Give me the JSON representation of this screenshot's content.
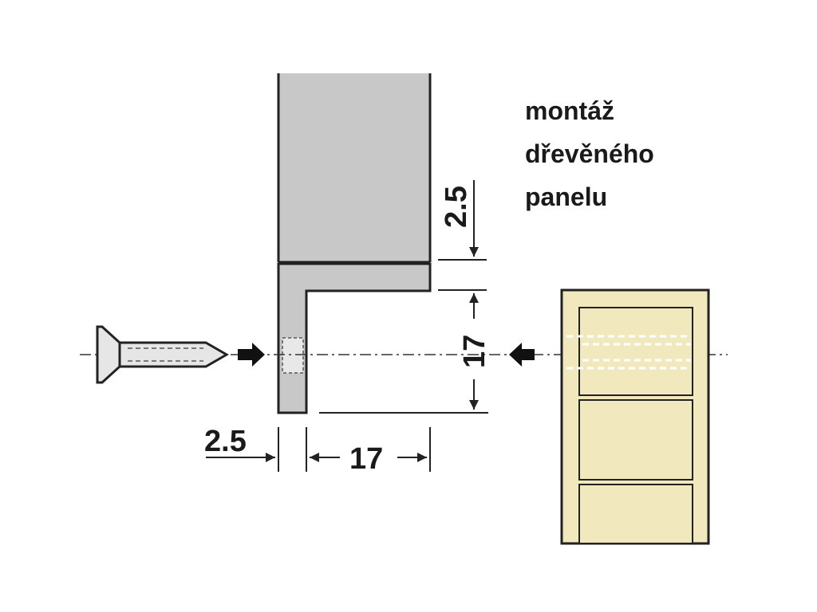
{
  "caption": {
    "lines": [
      "montáž",
      "dřevěného",
      "panelu"
    ]
  },
  "dimensions": {
    "top_thickness": "2.5",
    "vertical_height": "17",
    "side_thickness": "2.5",
    "horizontal_width": "17"
  },
  "colors": {
    "profile_fill": "#c8c8c8",
    "panel_fill": "#f2e8bd",
    "outline": "#222222"
  },
  "icons": {
    "screw": "screw-icon",
    "insert_arrow_left": "arrow-right-icon",
    "insert_arrow_right": "arrow-left-icon"
  }
}
